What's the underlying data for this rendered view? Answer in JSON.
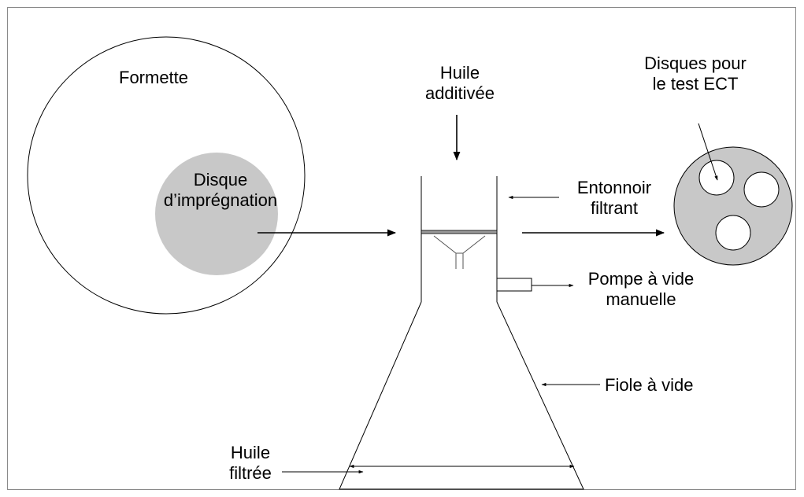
{
  "labels": {
    "formette": "Formette",
    "disque_impregnation": [
      "Disque",
      "d’imprégnation"
    ],
    "huile_additivee": [
      "Huile",
      "additivée"
    ],
    "disques_ect": [
      "Disques pour",
      "le test ECT"
    ],
    "entonnoir": [
      "Entonnoir",
      "filtrant"
    ],
    "pompe": [
      "Pompe à vide",
      "manuelle"
    ],
    "fiole": "Fiole à vide",
    "huile_filtree": [
      "Huile",
      "filtrée"
    ]
  },
  "colors": {
    "stroke": "#000000",
    "disc_fill": "#c8c8c8",
    "hole_fill": "#ffffff",
    "frame_stroke": "#8a8a8a"
  }
}
